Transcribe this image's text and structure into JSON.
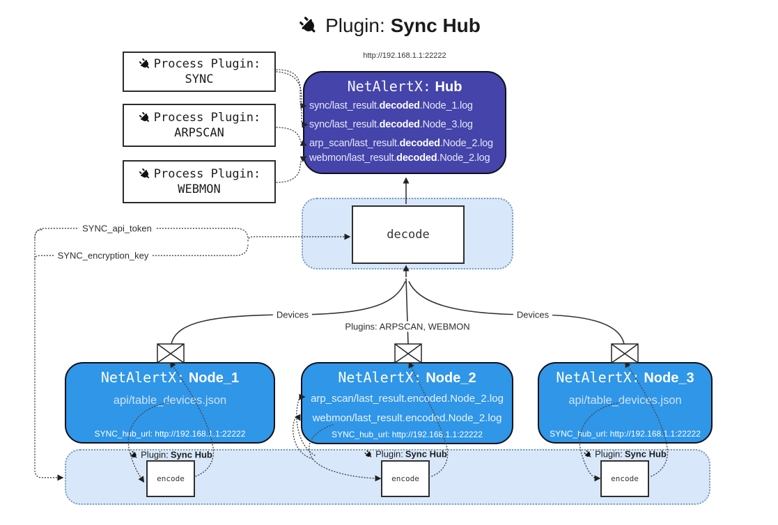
{
  "title": {
    "prefix": "Plugin:",
    "name": "Sync Hub"
  },
  "hub": {
    "url_label": "http://192.168.1.1:22222",
    "title_prefix": "NetAlertX:",
    "title_name": "Hub",
    "logs": [
      {
        "pre": "sync/last_result.",
        "bold": "decoded",
        "post": ".Node_1.log"
      },
      {
        "pre": "sync/last_result.",
        "bold": "decoded",
        "post": ".Node_3.log"
      },
      {
        "pre": "arp_scan/last_result.",
        "bold": "decoded",
        "post": ".Node_2.log"
      },
      {
        "pre": "webmon/last_result.",
        "bold": "decoded",
        "post": ".Node_2.log"
      }
    ]
  },
  "process_plugins": [
    {
      "label": "Process Plugin:",
      "name": "SYNC"
    },
    {
      "label": "Process Plugin:",
      "name": "ARPSCAN"
    },
    {
      "label": "Process Plugin:",
      "name": "WEBMON"
    }
  ],
  "decode": {
    "label": "decode"
  },
  "params": {
    "api_token": "SYNC_api_token",
    "encryption_key": "SYNC_encryption_key"
  },
  "edges": {
    "devices_left": "Devices",
    "devices_right": "Devices",
    "plugins_mid": "Plugins: ARPSCAN, WEBMON"
  },
  "nodes": [
    {
      "title_prefix": "NetAlertX:",
      "title_name": "Node_1",
      "files": [
        "api/table_devices.json"
      ],
      "hub_url": "SYNC_hub_url: http://192.168.1.1:22222"
    },
    {
      "title_prefix": "NetAlertX:",
      "title_name": "Node_2",
      "files": [
        "arp_scan/last_result.encoded.Node_2.log",
        "webmon/last_result.encoded.Node_2.log"
      ],
      "hub_url": "SYNC_hub_url: http://192.168.1.1:22222"
    },
    {
      "title_prefix": "NetAlertX:",
      "title_name": "Node_3",
      "files": [
        "api/table_devices.json"
      ],
      "hub_url": "SYNC_hub_url: http://192.168.1.1:22222"
    }
  ],
  "encoders": [
    {
      "plugin_label": "Plugin:",
      "plugin_name": "Sync Hub",
      "box_label": "encode"
    },
    {
      "plugin_label": "Plugin:",
      "plugin_name": "Sync Hub",
      "box_label": "encode"
    },
    {
      "plugin_label": "Plugin:",
      "plugin_name": "Sync Hub",
      "box_label": "encode"
    }
  ],
  "icons": {
    "plug": "plug-icon",
    "envelope": "envelope-icon"
  },
  "colors": {
    "hub_fill": "#4444aa",
    "node_fill": "#2f96e8",
    "panel_fill": "#d8e8fa",
    "panel_border": "#7b9ab8",
    "line": "#333333"
  }
}
